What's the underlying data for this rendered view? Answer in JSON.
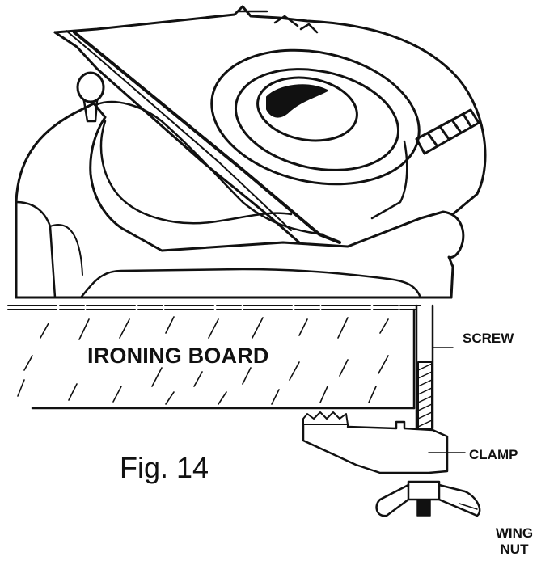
{
  "labels": {
    "board": "IRONING BOARD",
    "screw": "SCREW",
    "clamp": "CLAMP",
    "wing_nut_line1": "WING",
    "wing_nut_line2": "NUT",
    "figure": "Fig. 14"
  },
  "colors": {
    "ink": "#111111",
    "background": "#ffffff"
  }
}
